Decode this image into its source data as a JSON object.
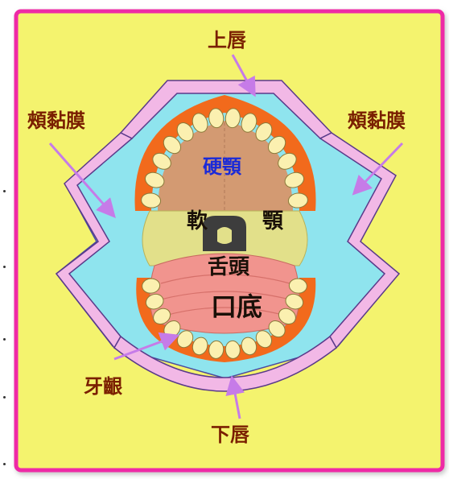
{
  "labels": {
    "upper_lip": "上唇",
    "cheek_mucosa_left": "頰黏膜",
    "cheek_mucosa_right": "頰黏膜",
    "hard_palate": "硬顎",
    "soft_palate_left": "軟",
    "soft_palate_right": "顎",
    "tongue": "舌頭",
    "mouth_floor": "口底",
    "gum": "牙齦",
    "lower_lip": "下唇"
  },
  "colors": {
    "frame_border": "#ee2aa6",
    "background": "#f4f36e",
    "mucosa": "#8fe4ee",
    "lip": "#f2b8e6",
    "gum": "#f26a1c",
    "teeth": "#fbf0b0",
    "palate": "#d39a72",
    "soft_palate": "#e2e08a",
    "tongue": "#f1948e",
    "throat": "#3d3d3d",
    "arrow": "#c67be8"
  }
}
